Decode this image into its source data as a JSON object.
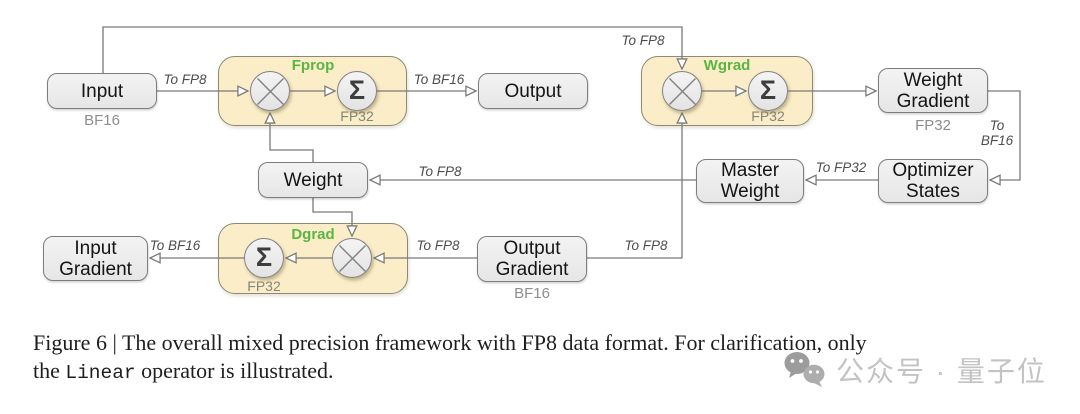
{
  "figure": {
    "caption": {
      "line1": "Figure 6 | The overall mixed precision framework with FP8 data format. For clarification, only",
      "line2_pre": "the ",
      "line2_code": "Linear",
      "line2_post": " operator is illustrated."
    },
    "watermark": {
      "text": "公众号 · 量子位",
      "icon": "wechat-icon"
    }
  },
  "diagram": {
    "colors": {
      "block_fill": "#FAEDC8",
      "block_border": "#8C8A74",
      "node_fill": "#EDEDED",
      "node_border": "#7D7D7D",
      "accent_green": "#5BB543",
      "line": "#7A7A7A",
      "sub_label": "#8D8D8D",
      "edge_label": "#4D4D4D",
      "watermark": "#C3C3C3"
    },
    "operators": {
      "multiply": "⊗",
      "sum": "Σ"
    },
    "blocks": {
      "fprop": {
        "title": "Fprop",
        "precision": "FP32"
      },
      "wgrad": {
        "title": "Wgrad",
        "precision": "FP32"
      },
      "dgrad": {
        "title": "Dgrad",
        "precision": "FP32"
      }
    },
    "nodes": {
      "input": {
        "label": "Input",
        "sub": "BF16"
      },
      "output": {
        "label": "Output"
      },
      "weight": {
        "label": "Weight"
      },
      "weight_gradient": {
        "label": "Weight\nGradient",
        "sub": "FP32"
      },
      "optimizer_states": {
        "label": "Optimizer\nStates"
      },
      "master_weight": {
        "label": "Master\nWeight"
      },
      "output_gradient": {
        "label": "Output\nGradient",
        "sub": "BF16"
      },
      "input_gradient": {
        "label": "Input\nGradient"
      }
    },
    "edge_labels": {
      "input_to_fprop": "To FP8",
      "fprop_to_output": "To BF16",
      "input_to_wgrad": "To FP8",
      "weight_gradient_to_optimizer": "To\nBF16",
      "optimizer_to_master": "To FP32",
      "master_to_weight": "To FP8",
      "output_gradient_to_dgrad": "To FP8",
      "output_gradient_to_wgrad": "To FP8",
      "dgrad_to_input_gradient": "To BF16"
    }
  }
}
